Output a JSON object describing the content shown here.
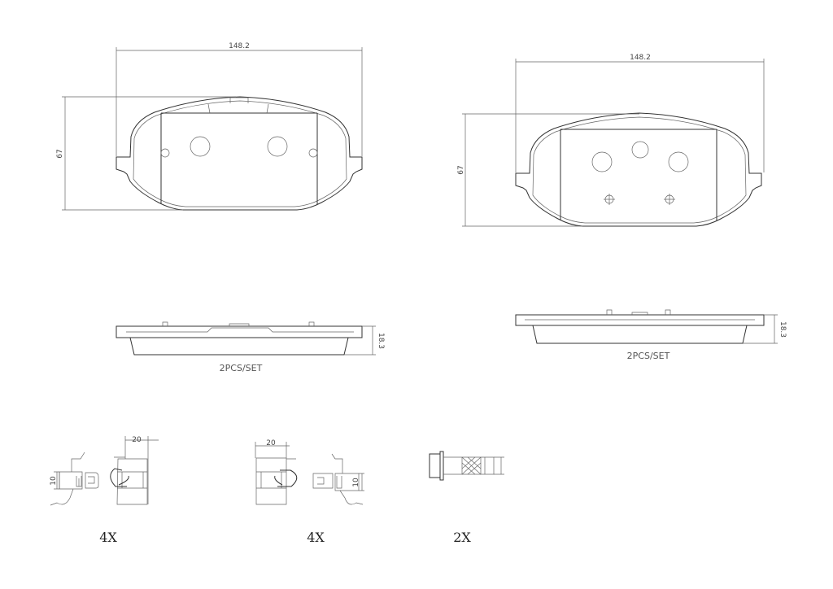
{
  "pad_outer": {
    "width_dim": "148.2",
    "height_dim": "67",
    "thickness_dim": "18.3",
    "set_label": "2PCS/SET"
  },
  "pad_inner": {
    "width_dim": "148.2",
    "height_dim": "67",
    "thickness_dim": "18.3",
    "set_label": "2PCS/SET"
  },
  "clip_a": {
    "width_dim": "20",
    "height_dim": "10",
    "quantity": "4X"
  },
  "clip_b": {
    "width_dim": "20",
    "height_dim": "10",
    "quantity": "4X"
  },
  "bolt": {
    "quantity": "2X"
  }
}
